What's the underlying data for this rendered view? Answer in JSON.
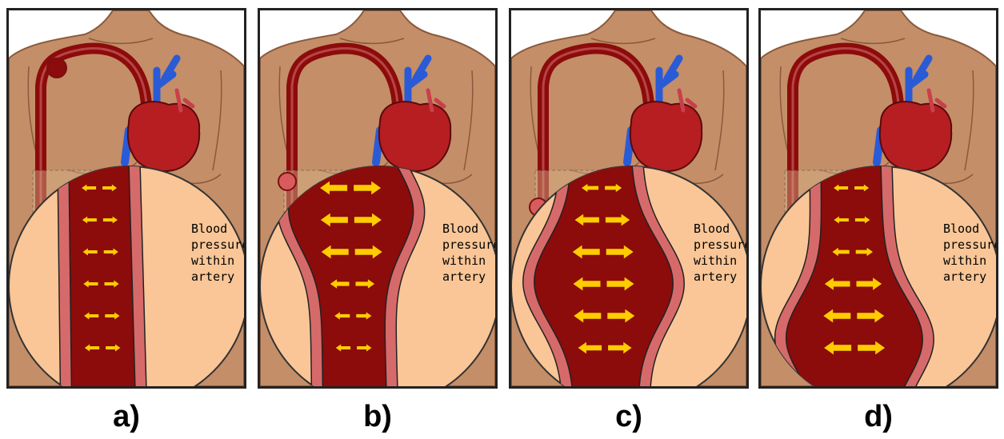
{
  "label": [
    "Blood",
    "pressure",
    "within",
    "artery"
  ],
  "panels": [
    {
      "caption": "a)",
      "pressure_point": "arch",
      "artery": "narrow"
    },
    {
      "caption": "b)",
      "pressure_point": "upper",
      "artery": "bulge-top"
    },
    {
      "caption": "c)",
      "pressure_point": "middle",
      "artery": "bulge-middle"
    },
    {
      "caption": "d)",
      "pressure_point": "lower",
      "artery": "bulge-bottom"
    }
  ],
  "colors": {
    "skin": "#c48e68",
    "skin_dark": "#8a5a3c",
    "artery_wall": "#d66a6a",
    "blood": "#8c0b0b",
    "magnifier": "#fac697",
    "arrow": "#ffcc00",
    "vein": "#2a5bd7",
    "heart": "#b61e22"
  }
}
